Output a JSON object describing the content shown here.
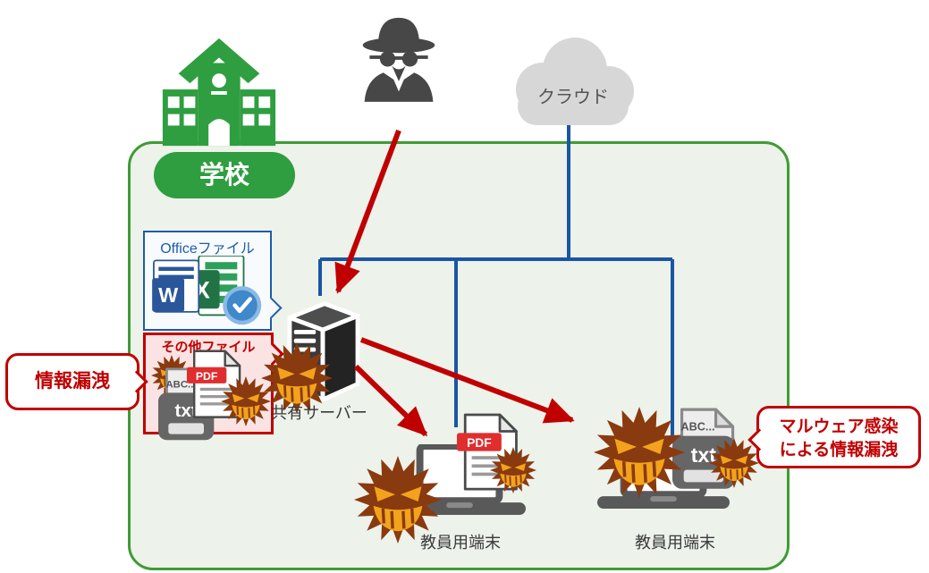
{
  "school": {
    "badge": "学校"
  },
  "cloud": {
    "label": "クラウド"
  },
  "office_box": {
    "title": "Officeファイル",
    "word_letter": "W",
    "excel_letter": "X"
  },
  "other_box": {
    "title": "その他ファイル",
    "pdf_label": "PDF",
    "txt_label": "txt",
    "abc_label": "ABC..."
  },
  "server": {
    "label": "共有サーバー"
  },
  "terminals": {
    "left_label": "教員用端末",
    "right_label": "教員用端末",
    "left_pdf_label": "PDF",
    "right_txt_label": "txt",
    "right_abc_label": "ABC..."
  },
  "callouts": {
    "info_leak": "情報漏洩",
    "malware_line1": "マルウェア感染",
    "malware_line2": "による情報漏洩"
  },
  "colors": {
    "green": "#2F9E41",
    "red": "#C00000",
    "blue": "#1956A4",
    "malware_brown": "#8A3A0F",
    "malware_face": "#F2A31B",
    "cloud_gray": "#D7D7D7"
  }
}
